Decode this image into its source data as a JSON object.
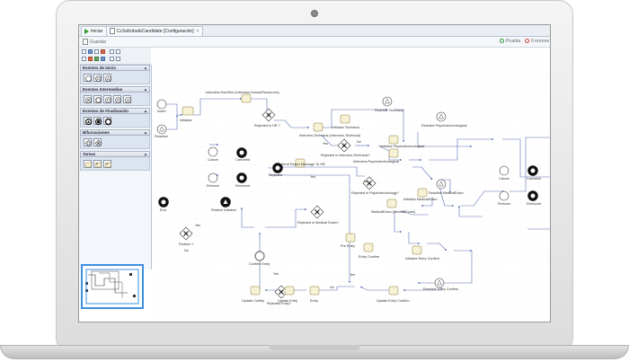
{
  "tabs": {
    "start_label": "Iniciar",
    "process_label": "CcSolicitudeCandidate [Configuración]",
    "close_glyph": "×"
  },
  "toolbar": {
    "left_label": "Guardar",
    "test_label": "Prueba",
    "errors_label": "0 errores"
  },
  "palette": {
    "start_events": "Eventos de Inicio",
    "intermediate_events": "Eventos Intermedios",
    "end_events": "Eventos de Finalización",
    "gateways": "Bifurcaciones",
    "tasks": "Tareas"
  },
  "diagram": {
    "labels": {
      "insert": "Insert",
      "reactive_left": "Reactive",
      "initialize": "Initialize",
      "interview_humres": "Interview-HumRes (Interview-HumanResources)",
      "rejected_in_hr": "Rejected in HR ?",
      "initialize_technical": "Initialize Technical",
      "reactive_technical": "Reactive Technical",
      "interview_technical": "Interview-Technical (Interview-Technical)",
      "reactive_psych": "Reactive Psychotechnological",
      "yes1": "Yes",
      "no1": "No",
      "rejected_in_interview_technical": "Rejected in Interview-Technical?",
      "interview_psych": "Interview-Psychotechnological",
      "initialize_psych": "Initialize Psychotechnological",
      "send_reject_message": "Send Reject Message To HR",
      "rejected": "Rejected",
      "cancel_left": "Cancel",
      "canceled_left": "Canceled",
      "remove_left": "Remove",
      "removed_left": "Removed",
      "rejected_in_psych": "Rejected in Psychotechnology?",
      "reactive_medical": "Reactive MedicalExam",
      "cancel_right": "Cancel",
      "canceled_right": "Canceled",
      "remove_right": "Remove",
      "removed_right": "Removed",
      "initialize_medical": "Initialize MedicalExam",
      "medical_exam": "MedicalExam (MedicalExam)",
      "rejected_in_medical": "Rejected in Medical Exam?",
      "end": "End",
      "finalize_initiative": "Finalize Initiative",
      "finalize_q": "Finalize ?",
      "yes2": "Yes",
      "no2": "No",
      "confirm_entry": "Confirm Entry",
      "pre_entry": "Pre Entry",
      "entry_confirm": "Entry Confirm",
      "initialize_entry_confirm": "Initialize Entry Confirm",
      "reactive_entry_confirm": "Reactive Entry Confirm",
      "update_cufeity": "Update Cufeity",
      "update_entry": "Update Entry",
      "entry": "Entry",
      "no3": "No",
      "rejected_entry": "Rejected Entry?",
      "yes3": "Yes",
      "update_entry_confirm": "Update Entry Confirm",
      "yes4": "Yes",
      "yes5": "Yes",
      "no4": "No"
    }
  }
}
